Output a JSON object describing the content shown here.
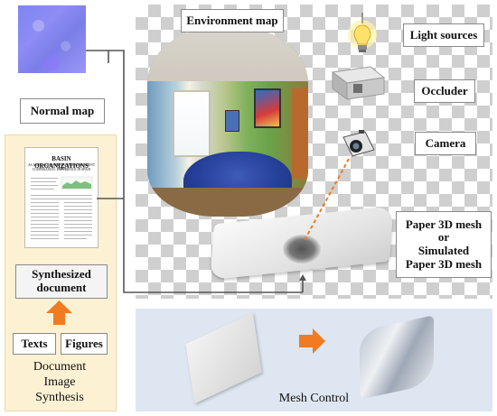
{
  "labels": {
    "normal_map": "Normal map",
    "environment_map": "Environment map",
    "light_sources": "Light sources",
    "occluder": "Occluder",
    "camera": "Camera",
    "paper_mesh_line1": "Paper 3D mesh",
    "paper_mesh_line2": "or",
    "paper_mesh_line3": "Simulated",
    "paper_mesh_line4": "Paper 3D mesh",
    "synthesized_line1": "Synthesized",
    "synthesized_line2": "document",
    "texts": "Texts",
    "figures": "Figures",
    "doc_synth_line1": "Document",
    "doc_synth_line2": "Image",
    "doc_synth_line3": "Synthesis",
    "mesh_control": "Mesh Control"
  },
  "document_thumbnail": {
    "title": "BASIN ORGANIZATIONS",
    "subtitle_line1": "AS A NETWORK FOR WATER MANAGEMENT AND",
    "subtitle_line2": "COOPERATION: EXPERIENCE IN SPAIN"
  },
  "colors": {
    "synthesis_panel": "#fdf1d3",
    "mesh_panel": "#dde6f1",
    "arrow_orange": "#f07b22",
    "connector": "#555555",
    "camera_ray": "#f07b22"
  },
  "icons": {
    "light": "light-bulb-icon",
    "occluder": "occluder-block-icon",
    "camera": "camera-icon",
    "arrow_up": "arrow-up-icon",
    "arrow_right": "arrow-right-icon"
  }
}
